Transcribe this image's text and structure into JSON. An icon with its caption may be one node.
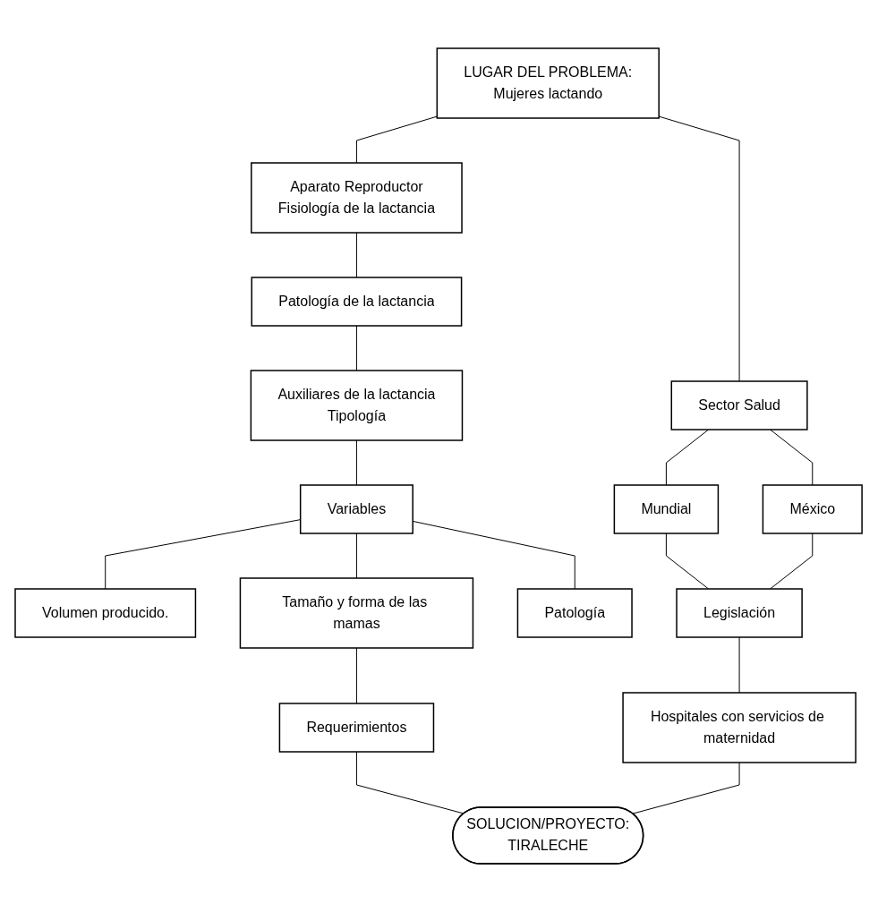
{
  "diagram": {
    "nodes": [
      {
        "text": [
          "LUGAR DEL PROBLEMA:",
          "Mujeres lactando"
        ]
      },
      {
        "text": [
          "Aparato Reproductor",
          "Fisiología de la lactancia"
        ]
      },
      {
        "text": [
          "Patología de la lactancia"
        ]
      },
      {
        "text": [
          "Auxiliares de la lactancia",
          "Tipología"
        ]
      },
      {
        "text": [
          "Variables"
        ]
      },
      {
        "text": [
          "Volumen producido."
        ]
      },
      {
        "text": [
          "Tamaño y forma de las mamas"
        ]
      },
      {
        "text": [
          "Patología"
        ]
      },
      {
        "text": [
          "Requerimientos"
        ]
      },
      {
        "text": [
          "SOLUCION/PROYECTO:",
          "TIRALECHE"
        ]
      },
      {
        "text": [
          "Sector Salud"
        ]
      },
      {
        "text": [
          "Mundial"
        ]
      },
      {
        "text": [
          "México"
        ]
      },
      {
        "text": [
          "Legislación"
        ]
      },
      {
        "text": [
          "Hospitales con servicios de maternidad"
        ]
      }
    ],
    "edges": [
      {
        "from": 0,
        "to": 1,
        "arrow": "none"
      },
      {
        "from": 1,
        "to": 2,
        "arrow": "none"
      },
      {
        "from": 2,
        "to": 3,
        "arrow": "none"
      },
      {
        "from": 3,
        "to": 4,
        "arrow": "none"
      },
      {
        "from": 4,
        "to": 5,
        "arrow": "none"
      },
      {
        "from": 4,
        "to": 6,
        "arrow": "none"
      },
      {
        "from": 4,
        "to": 7,
        "arrow": "none"
      },
      {
        "from": 6,
        "to": 8,
        "arrow": "none"
      },
      {
        "from": 8,
        "to": 9,
        "arrow": "none"
      },
      {
        "from": 0,
        "to": 10,
        "arrow": "none"
      },
      {
        "from": 10,
        "to": 11,
        "arrow": "none"
      },
      {
        "from": 10,
        "to": 12,
        "arrow": "none"
      },
      {
        "from": 11,
        "to": 13,
        "arrow": "none"
      },
      {
        "from": 12,
        "to": 13,
        "arrow": "none"
      },
      {
        "from": 13,
        "to": 14,
        "arrow": "none"
      },
      {
        "from": 14,
        "to": 9,
        "arrow": "none"
      }
    ]
  }
}
